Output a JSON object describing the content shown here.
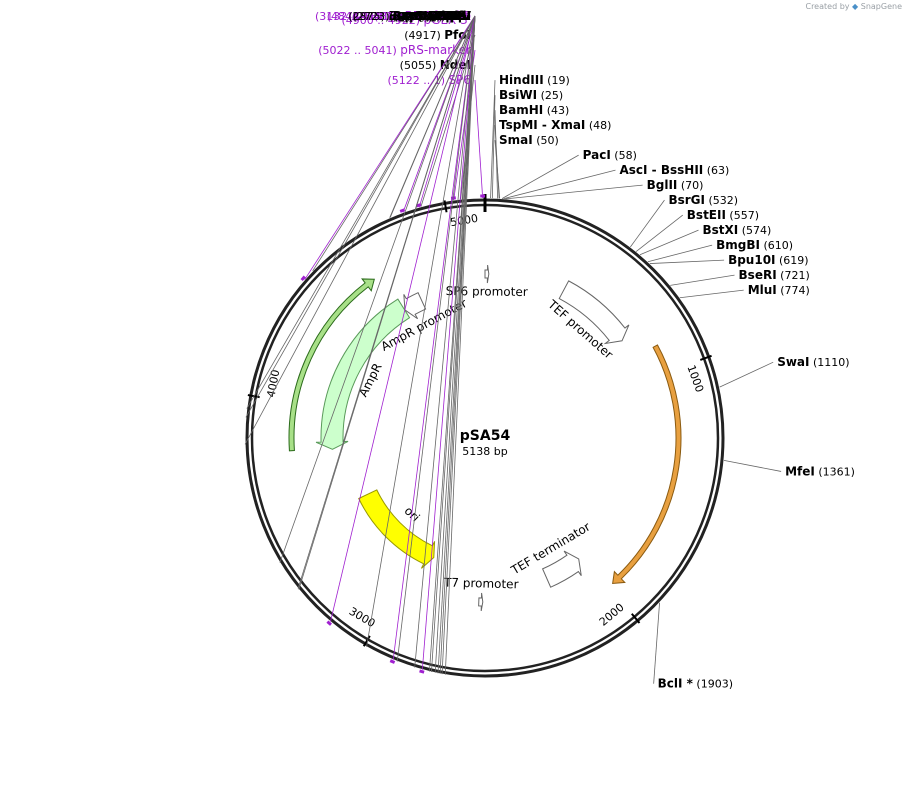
{
  "credit": {
    "prefix": "Created by",
    "brand": "SnapGene"
  },
  "plasmid": {
    "name": "pSA54",
    "size_label": "5138 bp",
    "total_bp": 5138
  },
  "ticks": [
    {
      "bp": 1000,
      "label": "1000"
    },
    {
      "bp": 2000,
      "label": "2000"
    },
    {
      "bp": 3000,
      "label": "3000"
    },
    {
      "bp": 4000,
      "label": "4000"
    },
    {
      "bp": 5000,
      "label": "5000"
    }
  ],
  "features": [
    {
      "name": "AmpR",
      "start": 3793,
      "end": 4680,
      "direction": -1,
      "color": "#ccffcc",
      "stroke": "#5a9a5a",
      "label": "AmpR"
    },
    {
      "name": "AmpR promoter",
      "start": 4681,
      "end": 4785,
      "direction": -1,
      "color": "#ffffff",
      "stroke": "#666666",
      "label": "AmpR promoter"
    },
    {
      "name": "ori",
      "start": 2900,
      "end": 3488,
      "direction": -1,
      "color": "#ffff00",
      "stroke": "#999900",
      "label": "ori"
    },
    {
      "name": "SP6 promoter",
      "start": 0,
      "end": 19,
      "direction": 1,
      "color": "#ffffff",
      "stroke": "#666666",
      "label": "SP6 promoter"
    },
    {
      "name": "TEF promoter",
      "start": 400,
      "end": 780,
      "direction": 1,
      "color": "#ffffff",
      "stroke": "#666666",
      "label": "TEF promoter"
    },
    {
      "name": "TEF terminator",
      "start": 2030,
      "end": 2230,
      "direction": -1,
      "color": "#ffffff",
      "stroke": "#666666",
      "label": "TEF terminator"
    },
    {
      "name": "T7 promoter",
      "start": 2580,
      "end": 2600,
      "direction": -1,
      "color": "#ffffff",
      "stroke": "#666666",
      "label": "T7 promoter"
    }
  ],
  "inner_arcs": [
    {
      "name": "orange-orf",
      "start": 880,
      "end": 1980,
      "color": "#e8a040",
      "stroke": "#8a5a10"
    },
    {
      "name": "green-orf",
      "start": 3800,
      "end": 4640,
      "color": "#a8e088",
      "stroke": "#2a6a1a"
    }
  ],
  "sites": [
    {
      "name": "HindIII",
      "pos_label": "(19)",
      "bp": 19,
      "color": "black"
    },
    {
      "name": "BsiWI",
      "pos_label": "(25)",
      "bp": 25,
      "color": "black"
    },
    {
      "name": "BamHI",
      "pos_label": "(43)",
      "bp": 43,
      "color": "black"
    },
    {
      "name": "TspMI - XmaI",
      "pos_label": "(48)",
      "bp": 48,
      "color": "black"
    },
    {
      "name": "SmaI",
      "pos_label": "(50)",
      "bp": 50,
      "color": "black"
    },
    {
      "name": "PacI",
      "pos_label": "(58)",
      "bp": 58,
      "color": "black"
    },
    {
      "name": "AscI - BssHII",
      "pos_label": "(63)",
      "bp": 63,
      "color": "black"
    },
    {
      "name": "BglII",
      "pos_label": "(70)",
      "bp": 70,
      "color": "black"
    },
    {
      "name": "BsrGI",
      "pos_label": "(532)",
      "bp": 532,
      "color": "black"
    },
    {
      "name": "BstEII",
      "pos_label": "(557)",
      "bp": 557,
      "color": "black"
    },
    {
      "name": "BstXI",
      "pos_label": "(574)",
      "bp": 574,
      "color": "black"
    },
    {
      "name": "BmgBI",
      "pos_label": "(610)",
      "bp": 610,
      "color": "black"
    },
    {
      "name": "Bpu10I",
      "pos_label": "(619)",
      "bp": 619,
      "color": "black"
    },
    {
      "name": "BseRI",
      "pos_label": "(721)",
      "bp": 721,
      "color": "black"
    },
    {
      "name": "MluI",
      "pos_label": "(774)",
      "bp": 774,
      "color": "black"
    },
    {
      "name": "SwaI",
      "pos_label": "(1110)",
      "bp": 1110,
      "color": "black"
    },
    {
      "name": "MfeI",
      "pos_label": "(1361)",
      "bp": 1361,
      "color": "black"
    },
    {
      "name": "BclI *",
      "pos_label": "(1903)",
      "bp": 1903,
      "color": "black"
    },
    {
      "name": "PmeI",
      "pos_label": "(2705)",
      "bp": 2705,
      "color": "black"
    },
    {
      "name": "EcoRI",
      "pos_label": "(2716)",
      "bp": 2716,
      "color": "black"
    },
    {
      "name": "BspDI - ClaI",
      "pos_label": "(2723)",
      "bp": 2723,
      "color": "black"
    },
    {
      "name": "EcoRV",
      "pos_label": "(2730)",
      "bp": 2730,
      "color": "black"
    },
    {
      "name": "SpeI",
      "pos_label": "(2740)",
      "bp": 2740,
      "color": "black"
    },
    {
      "name": "SfiI",
      "pos_label": "(2753)",
      "bp": 2753,
      "color": "black"
    },
    {
      "name": "SacII",
      "pos_label": "(2760)",
      "bp": 2760,
      "color": "black"
    },
    {
      "name": "T7",
      "pos_label": "(2775 .. 2794)",
      "bp": 2785,
      "color": "purple"
    },
    {
      "name": "HpaI",
      "pos_label": "(2812)",
      "bp": 2812,
      "color": "black"
    },
    {
      "name": "BspQI - SapI",
      "pos_label": "(2875)",
      "bp": 2875,
      "color": "black"
    },
    {
      "name": "L4440",
      "pos_label": "(2881 .. 2898)",
      "bp": 2890,
      "color": "purple"
    },
    {
      "name": "PciI",
      "pos_label": "(2991)",
      "bp": 2991,
      "color": "black"
    },
    {
      "name": "pBR322ori-F",
      "pos_label": "(3132 .. 3151)",
      "bp": 3141,
      "color": "purple"
    },
    {
      "name": "BseYI",
      "pos_label": "(3295)",
      "bp": 3295,
      "color": "black"
    },
    {
      "name": "PspFI",
      "pos_label": "(3299)",
      "bp": 3299,
      "color": "black"
    },
    {
      "name": "AlwNI",
      "pos_label": "(3407)",
      "bp": 3407,
      "color": "black"
    },
    {
      "name": "BanI",
      "pos_label": "(3832)",
      "bp": 3832,
      "color": "black"
    },
    {
      "name": "BmrI",
      "pos_label": "(3924)",
      "bp": 3924,
      "color": "black"
    },
    {
      "name": "BpmI",
      "pos_label": "(3954)",
      "bp": 3954,
      "color": "black"
    },
    {
      "name": "Amp-R",
      "pos_label": "(4434 .. 4453)",
      "bp": 4443,
      "color": "purple"
    },
    {
      "name": "XmnI",
      "pos_label": "(4483)",
      "bp": 4483,
      "color": "black"
    },
    {
      "name": "ZraI",
      "pos_label": "(4804)",
      "bp": 4804,
      "color": "black"
    },
    {
      "name": "AatII",
      "pos_label": "(4806)",
      "bp": 4806,
      "color": "black"
    },
    {
      "name": "pBRforEco",
      "pos_label": "(4844 .. 4862)",
      "bp": 4853,
      "color": "purple"
    },
    {
      "name": "PfoI",
      "pos_label": "(4917)",
      "bp": 4917,
      "color": "black"
    },
    {
      "name": "pGEX 3'",
      "pos_label": "(4900 .. 4922)",
      "bp": 4911,
      "color": "purple"
    },
    {
      "name": "pRS-marker",
      "pos_label": "(5022 .. 5041)",
      "bp": 5031,
      "color": "purple"
    },
    {
      "name": "NdeI",
      "pos_label": "(5055)",
      "bp": 5055,
      "color": "black"
    },
    {
      "name": "SP6",
      "pos_label": "(5122 .. 1)",
      "bp": 5130,
      "color": "purple"
    }
  ]
}
